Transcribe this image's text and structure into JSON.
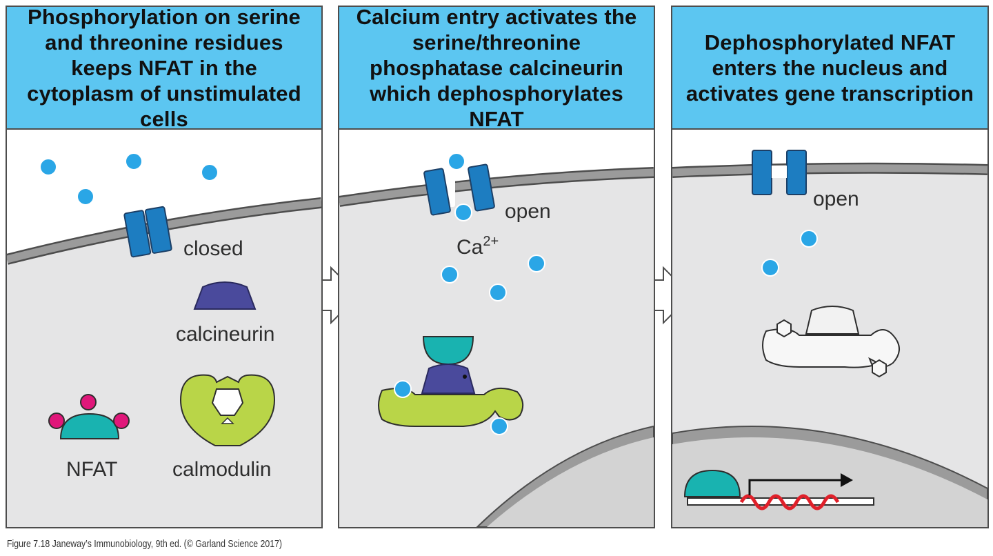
{
  "panels": [
    {
      "title": "Phosphorylation on serine and threonine residues keeps NFAT in the cytoplasm of unstimulated cells",
      "labels": {
        "channel_state": "closed",
        "calcineurin": "calcineurin",
        "nfat": "NFAT",
        "calmodulin": "calmodulin"
      }
    },
    {
      "title": "Calcium entry activates the serine/threonine phosphatase calcineurin which dephosphorylates NFAT",
      "labels": {
        "channel_state": "open",
        "ion": "Ca",
        "ion_charge": "2+"
      }
    },
    {
      "title": "Dephosphorylated NFAT enters the nucleus and activates gene transcription",
      "labels": {
        "channel_state": "open"
      }
    }
  ],
  "caption": "Figure 7.18  Janeway’s Immunobiology, 9th ed. (© Garland Science 2017)",
  "colors": {
    "header": "#5cc6f1",
    "cell_interior": "#e5e5e6",
    "membrane": "#9b9b9b",
    "channel": "#1d7dc1",
    "calcium": "#2aa6e6",
    "calcineurin": "#4a4a9c",
    "nfat": "#19b3b0",
    "phosphate": "#e0177a",
    "calmodulin": "#b9d548",
    "dna_transcript": "#e0202a"
  }
}
